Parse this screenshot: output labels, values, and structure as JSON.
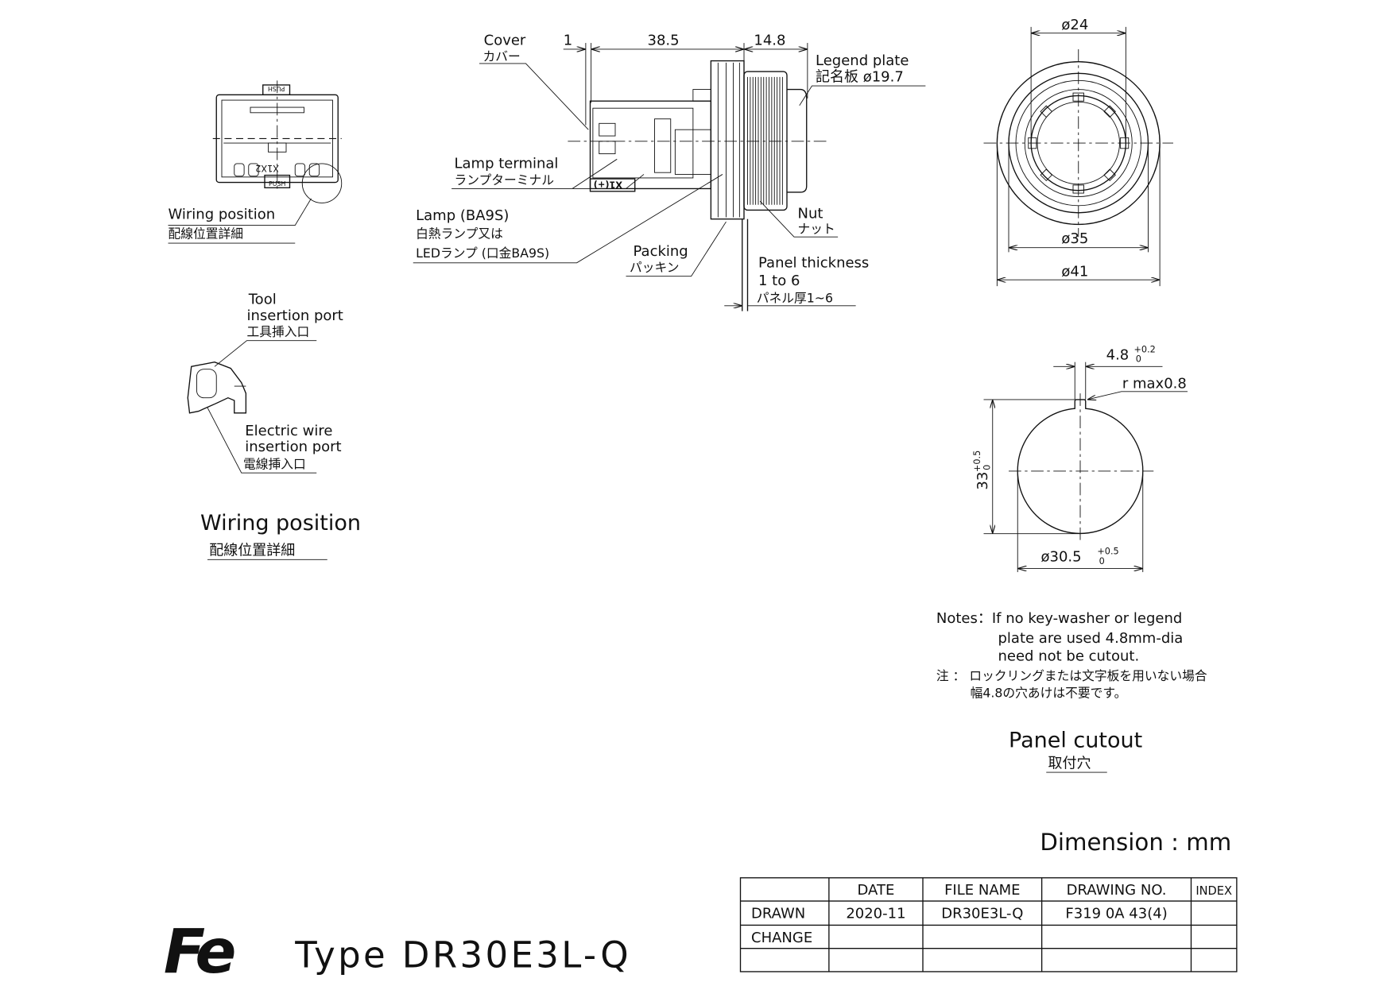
{
  "colors": {
    "ink": "#111111",
    "paper": "#ffffff"
  },
  "wiring_detail": {
    "label_en": "Wiring position",
    "label_jp": "配線位置詳細",
    "tool_port": [
      "Tool",
      "insertion port",
      "工具挿入口"
    ],
    "wire_port": [
      "Electric wire",
      "insertion port",
      "電線挿入口"
    ],
    "title_en": "Wiring position",
    "title_jp": "配線位置詳細",
    "terminal_marks": "X1X2",
    "push_mark": "PUSH"
  },
  "side_view": {
    "dim_1": "1",
    "dim_length": "38.5",
    "dim_front": "14.8",
    "cover": [
      "Cover",
      "カバー"
    ],
    "legend_plate": [
      "Legend plate",
      "記名板 ø19.7"
    ],
    "lamp_terminal": [
      "Lamp terminal",
      "ランプターミナル"
    ],
    "lamp": [
      "Lamp (BA9S)",
      "白熱ランプ又は",
      "LEDランプ (口金BA9S)"
    ],
    "packing": [
      "Packing",
      "パッキン"
    ],
    "nut": [
      "Nut",
      "ナット"
    ],
    "panel_thickness": [
      "Panel thickness",
      "1 to 6",
      "パネル厚1~6"
    ],
    "terminal_mark": "X1(+)"
  },
  "front_view": {
    "d24": "ø24",
    "d35": "ø35",
    "d41": "ø41"
  },
  "panel_cutout": {
    "key_width": "4.8",
    "key_tol_upper": "+0.2",
    "key_tol_lower": "0",
    "radius": "r max0.8",
    "height": "33",
    "height_tol_upper": "+0.5",
    "height_tol_lower": "0",
    "diameter": "ø30.5",
    "dia_tol_upper": "+0.5",
    "dia_tol_lower": "0",
    "notes": [
      "Notes：If no key-washer or legend",
      "plate are used 4.8mm-dia",
      "need not be cutout.",
      "注 ： ロックリングまたは文字板を用いない場合",
      "幅4.8の穴あけは不要です。"
    ],
    "title_en": "Panel cutout",
    "title_jp": "取付穴"
  },
  "units": "Dimension : mm",
  "logo": "Fe",
  "type_label": "Type DR30E3L-Q",
  "title_block": {
    "headers": [
      "",
      "DATE",
      "FILE NAME",
      "DRAWING NO.",
      "INDEX"
    ],
    "rows": [
      [
        "DRAWN",
        "2020-11",
        "DR30E3L-Q",
        "F319 0A 43(4)",
        ""
      ],
      [
        "CHANGE",
        "",
        "",
        "",
        ""
      ],
      [
        "",
        "",
        "",
        "",
        ""
      ]
    ]
  }
}
